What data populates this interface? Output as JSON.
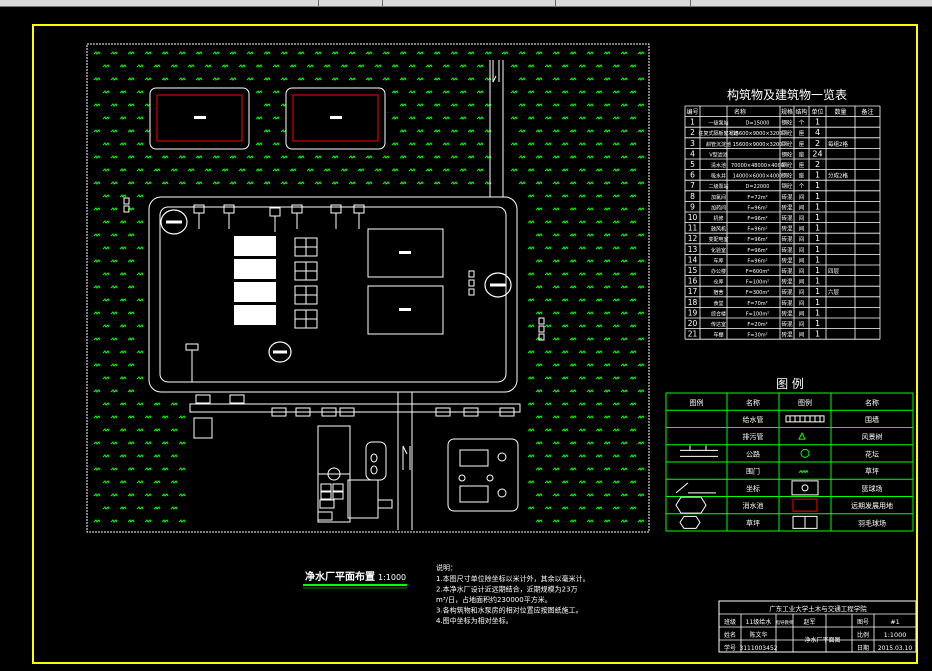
{
  "table": {
    "title": "构筑物及建筑物一览表",
    "headers": [
      "编号",
      "名称",
      "规格",
      "结构",
      "单位",
      "数量",
      "备注"
    ],
    "rows": [
      [
        "1",
        "一级泵站",
        "D=15000",
        "钢砼",
        "个",
        "1",
        ""
      ],
      [
        "2",
        "往复式隔板絮凝池",
        "15600×9000×3200",
        "钢砼",
        "座",
        "4",
        ""
      ],
      [
        "3",
        "斜管沉淀池",
        "15600×9000×3200",
        "钢砼",
        "座",
        "2",
        "每组2格"
      ],
      [
        "4",
        "V型滤池",
        "",
        "钢砼",
        "座",
        "24",
        ""
      ],
      [
        "5",
        "清水池",
        "70000×48000×4000",
        "钢砼",
        "座",
        "2",
        ""
      ],
      [
        "6",
        "吸水井",
        "14000×6000×4000",
        "钢砼",
        "座",
        "1",
        "分成2格"
      ],
      [
        "7",
        "二级泵站",
        "D=22000",
        "钢砼",
        "个",
        "1",
        ""
      ],
      [
        "8",
        "加氯间",
        "F=72m²",
        "砖混",
        "间",
        "1",
        ""
      ],
      [
        "9",
        "加药间",
        "F=96m²",
        "砖混",
        "间",
        "1",
        ""
      ],
      [
        "10",
        "机修",
        "F=96m²",
        "砖混",
        "间",
        "1",
        ""
      ],
      [
        "11",
        "鼓风机",
        "F=96m²",
        "砖混",
        "间",
        "1",
        ""
      ],
      [
        "12",
        "变配电室",
        "F=96m²",
        "砖混",
        "间",
        "1",
        ""
      ],
      [
        "13",
        "化验室",
        "F=96m²",
        "砖混",
        "间",
        "1",
        ""
      ],
      [
        "14",
        "车库",
        "F=96m²",
        "砖混",
        "间",
        "1",
        ""
      ],
      [
        "15",
        "办公楼",
        "F=600m²",
        "砖混",
        "间",
        "1",
        "四层"
      ],
      [
        "16",
        "仓库",
        "F=100m²",
        "砖混",
        "间",
        "1",
        ""
      ],
      [
        "17",
        "宿舍",
        "F=300m²",
        "砖混",
        "间",
        "1",
        "六层"
      ],
      [
        "18",
        "食堂",
        "F=70m²",
        "砖混",
        "间",
        "1",
        ""
      ],
      [
        "19",
        "综合楼",
        "F=100m²",
        "砖混",
        "间",
        "1",
        ""
      ],
      [
        "20",
        "传达室",
        "F=20m²",
        "砖混",
        "间",
        "1",
        ""
      ],
      [
        "21",
        "车棚",
        "F=30m²",
        "砖混",
        "间",
        "1",
        ""
      ]
    ]
  },
  "legend": {
    "title": "图    例",
    "headers": [
      "图例",
      "名称",
      "图例",
      "名称"
    ],
    "left_names": [
      "给水管",
      "排污管",
      "公路",
      "围门",
      "坐标",
      "消水池",
      "草坪"
    ],
    "right_names": [
      "围墙",
      "风景树",
      "花坛",
      "草坪",
      "篮球场",
      "远期发展用地",
      "羽毛球场"
    ]
  },
  "plan_title": {
    "name": "净水厂平面布置",
    "scale": "1:1000"
  },
  "notes": {
    "heading": "说明：",
    "lines": [
      "1.本图尺寸单位除坐标以米计外，其余以毫米计。",
      "2.本净水厂设计近远期结合，近期规模为23万",
      "m³/日，占地面积约230000平方米。",
      "3.各构筑物和水泵房的相对位置应按图纸施工。",
      "4.图中坐标为相对坐标。"
    ]
  },
  "title_block": {
    "school": "广东工业大学土木与交通工程学院",
    "fields": {
      "class_label": "班级",
      "class_value": "11级给水",
      "name_label": "姓名",
      "name_value": "陈文华",
      "id_label": "学号",
      "id_value": "3111003452",
      "check_label": "指导教师",
      "check_value": "赵军",
      "drawing_label": "图号",
      "drawing_value": "#1",
      "scale_label": "比例",
      "scale_value": "1:1000",
      "date_label": "日期",
      "date_value": "2015.03.10",
      "drawing_name": "净水厂平面图"
    }
  },
  "colors": {
    "background": "#000000",
    "frame": "#ffff00",
    "boundary": "#ffffff",
    "tree": "#00ff00",
    "road": "#ffffff",
    "future_land": "#ff0000"
  }
}
